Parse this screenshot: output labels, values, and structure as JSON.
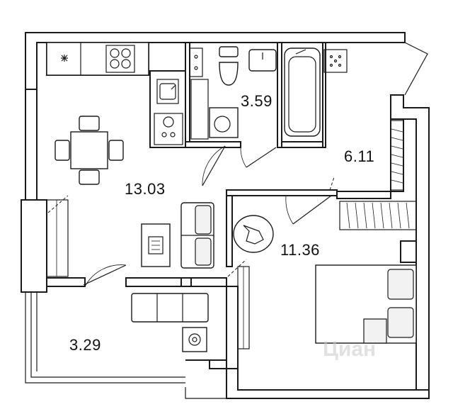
{
  "rooms": [
    {
      "id": "kitchen-living",
      "area": "13.03"
    },
    {
      "id": "bathroom",
      "area": "3.59"
    },
    {
      "id": "hallway",
      "area": "6.11"
    },
    {
      "id": "bedroom",
      "area": "11.36"
    },
    {
      "id": "loggia",
      "area": "3.29"
    }
  ],
  "watermark": "Циан",
  "colors": {
    "line": "#1a1a1a",
    "fill": "#ffffff",
    "accent_fill": "#f2f2f2"
  }
}
